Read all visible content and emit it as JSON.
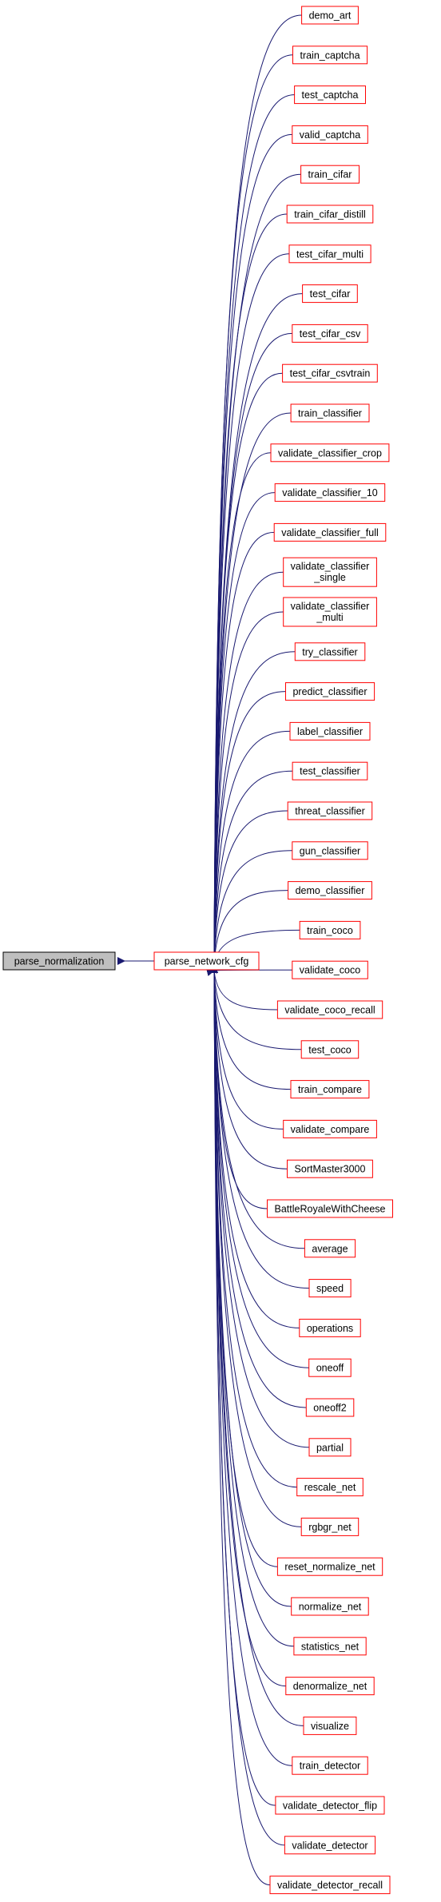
{
  "root": {
    "label": "parse_normalization"
  },
  "center": {
    "label": "parse_network_cfg"
  },
  "callers": [
    {
      "id": "demo_art",
      "lines": [
        "demo_art"
      ]
    },
    {
      "id": "train_captcha",
      "lines": [
        "train_captcha"
      ]
    },
    {
      "id": "test_captcha",
      "lines": [
        "test_captcha"
      ]
    },
    {
      "id": "valid_captcha",
      "lines": [
        "valid_captcha"
      ]
    },
    {
      "id": "train_cifar",
      "lines": [
        "train_cifar"
      ]
    },
    {
      "id": "train_cifar_distill",
      "lines": [
        "train_cifar_distill"
      ]
    },
    {
      "id": "test_cifar_multi",
      "lines": [
        "test_cifar_multi"
      ]
    },
    {
      "id": "test_cifar",
      "lines": [
        "test_cifar"
      ]
    },
    {
      "id": "test_cifar_csv",
      "lines": [
        "test_cifar_csv"
      ]
    },
    {
      "id": "test_cifar_csvtrain",
      "lines": [
        "test_cifar_csvtrain"
      ]
    },
    {
      "id": "train_classifier",
      "lines": [
        "train_classifier"
      ]
    },
    {
      "id": "validate_classifier_crop",
      "lines": [
        "validate_classifier_crop"
      ]
    },
    {
      "id": "validate_classifier_10",
      "lines": [
        "validate_classifier_10"
      ]
    },
    {
      "id": "validate_classifier_full",
      "lines": [
        "validate_classifier_full"
      ]
    },
    {
      "id": "validate_classifier_single",
      "lines": [
        "validate_classifier",
        "_single"
      ]
    },
    {
      "id": "validate_classifier_multi",
      "lines": [
        "validate_classifier",
        "_multi"
      ]
    },
    {
      "id": "try_classifier",
      "lines": [
        "try_classifier"
      ]
    },
    {
      "id": "predict_classifier",
      "lines": [
        "predict_classifier"
      ]
    },
    {
      "id": "label_classifier",
      "lines": [
        "label_classifier"
      ]
    },
    {
      "id": "test_classifier",
      "lines": [
        "test_classifier"
      ]
    },
    {
      "id": "threat_classifier",
      "lines": [
        "threat_classifier"
      ]
    },
    {
      "id": "gun_classifier",
      "lines": [
        "gun_classifier"
      ]
    },
    {
      "id": "demo_classifier",
      "lines": [
        "demo_classifier"
      ]
    },
    {
      "id": "train_coco",
      "lines": [
        "train_coco"
      ]
    },
    {
      "id": "validate_coco",
      "lines": [
        "validate_coco"
      ]
    },
    {
      "id": "validate_coco_recall",
      "lines": [
        "validate_coco_recall"
      ]
    },
    {
      "id": "test_coco",
      "lines": [
        "test_coco"
      ]
    },
    {
      "id": "train_compare",
      "lines": [
        "train_compare"
      ]
    },
    {
      "id": "validate_compare",
      "lines": [
        "validate_compare"
      ]
    },
    {
      "id": "SortMaster3000",
      "lines": [
        "SortMaster3000"
      ]
    },
    {
      "id": "BattleRoyaleWithCheese",
      "lines": [
        "BattleRoyaleWithCheese"
      ]
    },
    {
      "id": "average",
      "lines": [
        "average"
      ]
    },
    {
      "id": "speed",
      "lines": [
        "speed"
      ]
    },
    {
      "id": "operations",
      "lines": [
        "operations"
      ]
    },
    {
      "id": "oneoff",
      "lines": [
        "oneoff"
      ]
    },
    {
      "id": "oneoff2",
      "lines": [
        "oneoff2"
      ]
    },
    {
      "id": "partial",
      "lines": [
        "partial"
      ]
    },
    {
      "id": "rescale_net",
      "lines": [
        "rescale_net"
      ]
    },
    {
      "id": "rgbgr_net",
      "lines": [
        "rgbgr_net"
      ]
    },
    {
      "id": "reset_normalize_net",
      "lines": [
        "reset_normalize_net"
      ]
    },
    {
      "id": "normalize_net",
      "lines": [
        "normalize_net"
      ]
    },
    {
      "id": "statistics_net",
      "lines": [
        "statistics_net"
      ]
    },
    {
      "id": "denormalize_net",
      "lines": [
        "denormalize_net"
      ]
    },
    {
      "id": "visualize",
      "lines": [
        "visualize"
      ]
    },
    {
      "id": "train_detector",
      "lines": [
        "train_detector"
      ]
    },
    {
      "id": "validate_detector_flip",
      "lines": [
        "validate_detector_flip"
      ]
    },
    {
      "id": "validate_detector",
      "lines": [
        "validate_detector"
      ]
    },
    {
      "id": "validate_detector_recall",
      "lines": [
        "validate_detector_recall"
      ]
    }
  ],
  "colors": {
    "node_border": "#ff0000",
    "root_fill": "#bfbfbf",
    "root_border": "#000000",
    "edge": "#191970",
    "text": "#000000"
  }
}
